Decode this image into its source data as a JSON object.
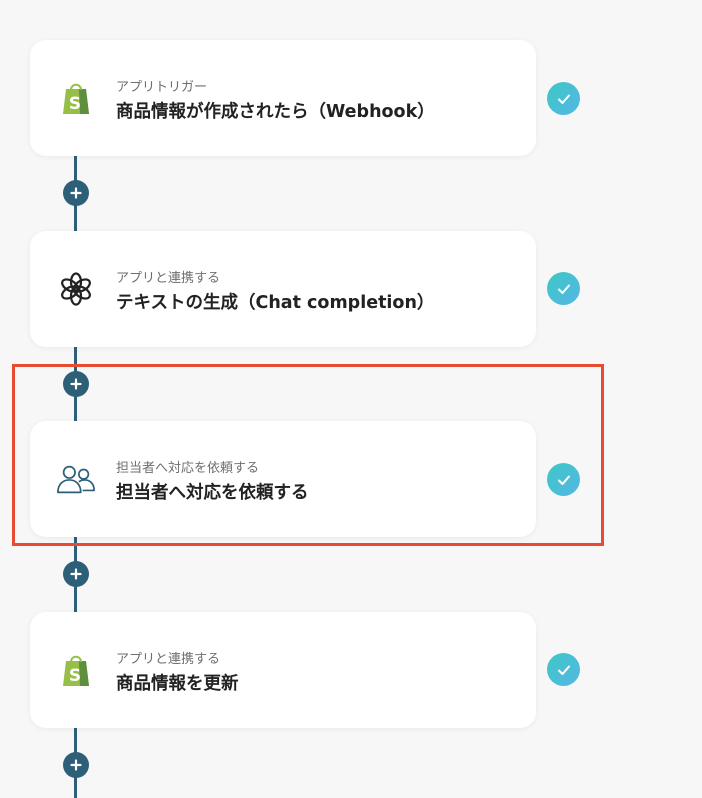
{
  "steps": [
    {
      "subtitle": "アプリトリガー",
      "title": "商品情報が作成されたら（Webhook）",
      "icon": "shopify-icon",
      "status": "completed"
    },
    {
      "subtitle": "アプリと連携する",
      "title": "テキストの生成（Chat completion）",
      "icon": "openai-icon",
      "status": "completed"
    },
    {
      "subtitle": "担当者へ対応を依頼する",
      "title": "担当者へ対応を依頼する",
      "icon": "people-icon",
      "status": "completed",
      "highlighted": true
    },
    {
      "subtitle": "アプリと連携する",
      "title": "商品情報を更新",
      "icon": "shopify-icon",
      "status": "completed"
    }
  ],
  "colors": {
    "connector": "#2d5f78",
    "check_start": "#3cc8c4",
    "check_end": "#56b6e6",
    "highlight_border": "#e84a32",
    "shopify_green": "#95bf47",
    "shopify_dark": "#5e8e3e",
    "background": "#f7f7f7"
  }
}
